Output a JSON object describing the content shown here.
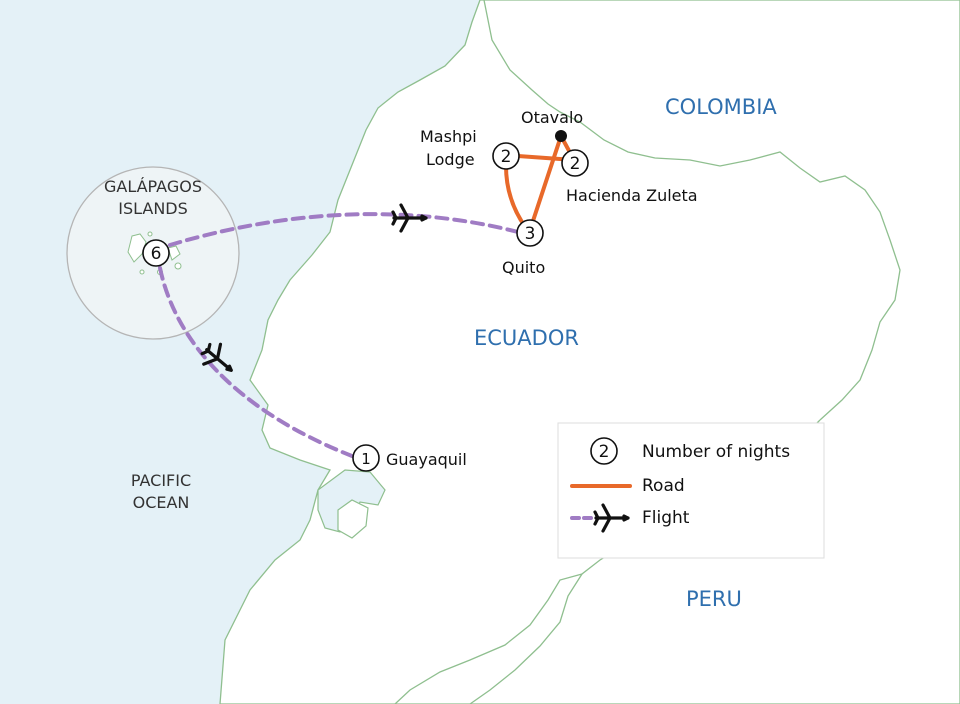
{
  "countries": {
    "colombia": "COLOMBIA",
    "ecuador": "ECUADOR",
    "peru": "PERU"
  },
  "ocean": {
    "line1": "PACIFIC",
    "line2": "OCEAN"
  },
  "galapagos": {
    "line1": "GALÁPAGOS",
    "line2": "ISLANDS",
    "nights": "6"
  },
  "stops": {
    "otavalo": "Otavalo",
    "mashpi_line1": "Mashpi",
    "mashpi_line2": "Lodge",
    "mashpi_nights": "2",
    "zuleta": "Hacienda Zuleta",
    "zuleta_nights": "2",
    "quito": "Quito",
    "quito_nights": "3",
    "guayaquil": "Guayaquil",
    "guayaquil_nights": "1"
  },
  "legend": {
    "nights_sample": "2",
    "nights_label": "Number of nights",
    "road_label": "Road",
    "flight_label": "Flight"
  },
  "colors": {
    "sea": "#e4f1f7",
    "land": "#ffffff",
    "border": "#8fbf8f",
    "road": "#e8692a",
    "flight": "#a07cc4",
    "country_label": "#2f6fae"
  },
  "icons": [
    "airplane-icon",
    "location-dot-icon",
    "night-count-circle"
  ]
}
